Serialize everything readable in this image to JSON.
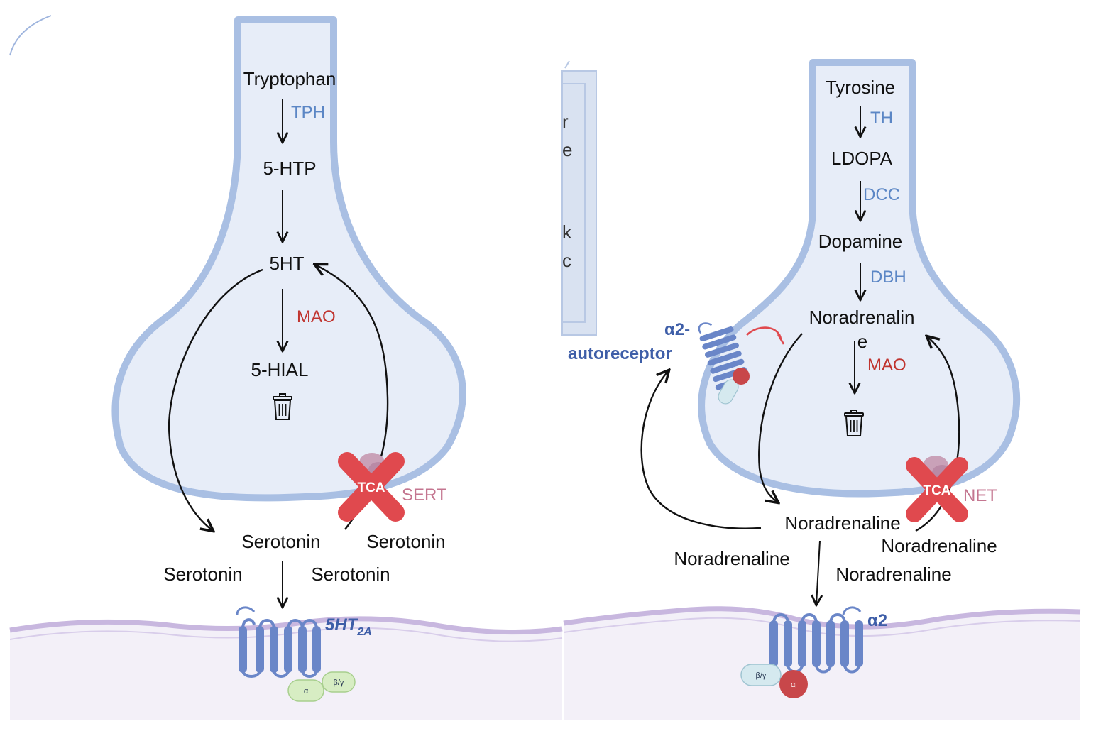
{
  "colors": {
    "neuron_fill": "#e7edf8",
    "neuron_outline": "#a9bfe3",
    "membrane": "#c8b7df",
    "postsynaptic_fill": "#f3f0f8",
    "receptor": "#6a86c8",
    "enzyme_blue": "#5b86c5",
    "mao_red": "#c0342f",
    "transporter_pink": "#c47690",
    "inhibitor_red": "#e0494e",
    "gprotein_green": "#d7edc3",
    "gprotein_blue": "#d5e9ef",
    "gprotein_red": "#c8474a"
  },
  "serotonin_panel": {
    "precursor": "Tryptophan",
    "enzyme_1": "TPH",
    "intermediate": "5-HTP",
    "neurotransmitter": "5HT",
    "degrading_enzyme": "MAO",
    "metabolite": "5-HIAL",
    "metabolite_icon": "trash-bin-icon",
    "drug_label": "TCA",
    "transporter": "SERT",
    "released_label_1": "Serotonin",
    "released_label_2": "Serotonin",
    "released_label_3": "Serotonin",
    "released_label_4": "Serotonin",
    "receptor_name": "5HT",
    "receptor_subscript": "2A",
    "gprotein_alpha": "α",
    "gprotein_beta_gamma": "β/γ"
  },
  "noradrenaline_panel": {
    "precursor": "Tyrosine",
    "enzyme_1": "TH",
    "intermediate_1": "LDOPA",
    "enzyme_2": "DCC",
    "intermediate_2": "Dopamine",
    "enzyme_3": "DBH",
    "neurotransmitter_line_1": "Noradrenalin",
    "neurotransmitter_line_2": "e",
    "degrading_enzyme": "MAO",
    "metabolite_icon": "trash-bin-icon",
    "autoreceptor_line_1": "α2-",
    "autoreceptor_line_2": "autoreceptor",
    "drug_label": "TCA",
    "transporter": "NET",
    "released_label_1": "Noradrenaline",
    "released_label_2": "Noradrenaline",
    "released_label_3": "Noradrenaline",
    "released_label_4": "Noradrenaline",
    "receptor_name": "α2",
    "gprotein_beta_gamma": "β/γ",
    "gprotein_alpha": "αᵢ"
  },
  "clipped_panel_fragments": [
    "r",
    "e",
    "k",
    "c"
  ]
}
